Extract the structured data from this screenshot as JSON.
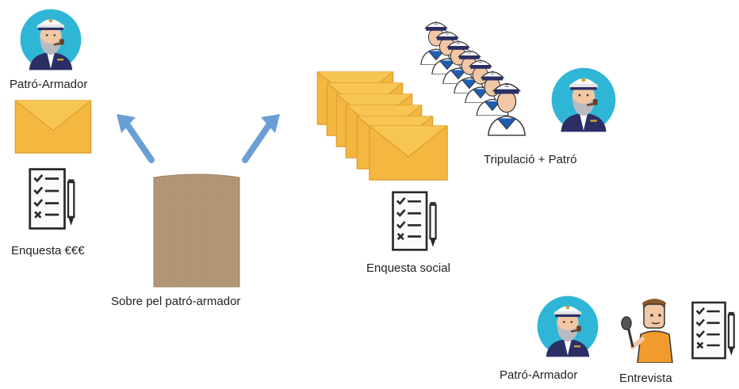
{
  "colors": {
    "avatar_bg": "#2fb6d6",
    "envelope": "#f4b740",
    "envelope_fold": "#e7a528",
    "kraft": "#b29676",
    "arrow": "#6a9fd6"
  },
  "labels": {
    "captain_top": "Patró-Armador",
    "enquesta_money": "Enquesta €€€",
    "sobre": "Sobre pel patró-armador",
    "crew": "Tripulació + Patró",
    "enquesta_social": "Enquesta social",
    "captain_bottom": "Patró-Armador",
    "entrevista": "Entrevista"
  },
  "icons": {
    "captain": "captain-avatar-icon",
    "envelope": "envelope-icon",
    "checklist": "checklist-icon",
    "kraft_envelope": "kraft-envelope-icon",
    "arrow": "arrow-icon",
    "sailor": "sailor-icon",
    "interviewer": "interviewer-icon"
  }
}
